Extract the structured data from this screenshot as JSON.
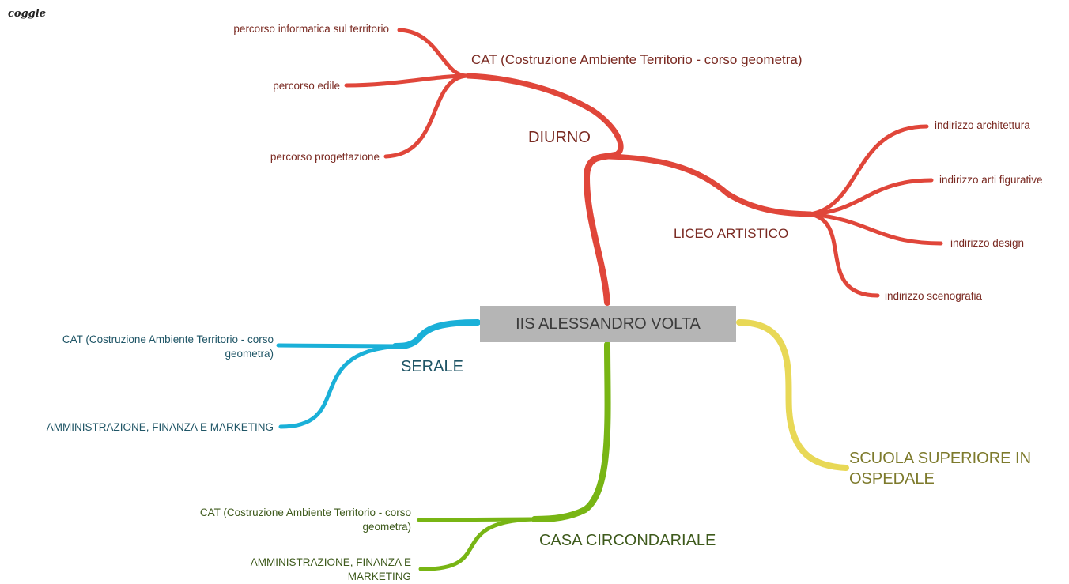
{
  "brand": {
    "logo_text": "coggle"
  },
  "root": {
    "label": "IIS ALESSANDRO VOLTA"
  },
  "branches": {
    "diurno": {
      "label": "DIURNO",
      "color": "#e0463a",
      "cat": {
        "label": "CAT (Costruzione Ambiente Territorio - corso geometra)",
        "children": [
          "percorso informatica sul territorio",
          "percorso edile",
          "percorso progettazione"
        ]
      },
      "liceo": {
        "label": "LICEO ARTISTICO",
        "children": [
          "indirizzo architettura",
          "indirizzo arti figurative",
          "indirizzo design",
          "indirizzo scenografia"
        ]
      }
    },
    "serale": {
      "label": "SERALE",
      "color": "#1ab0d8",
      "children": [
        "CAT (Costruzione Ambiente Territorio - corso geometra)",
        "AMMINISTRAZIONE, FINANZA E MARKETING"
      ]
    },
    "casa": {
      "label": "CASA CIRCONDARIALE",
      "color": "#78b514",
      "children": [
        "CAT (Costruzione Ambiente Territorio - corso geometra)",
        "AMMINISTRAZIONE, FINANZA E MARKETING"
      ]
    },
    "scuola": {
      "label": "SCUOLA SUPERIORE IN OSPEDALE",
      "color": "#e8d856"
    }
  }
}
